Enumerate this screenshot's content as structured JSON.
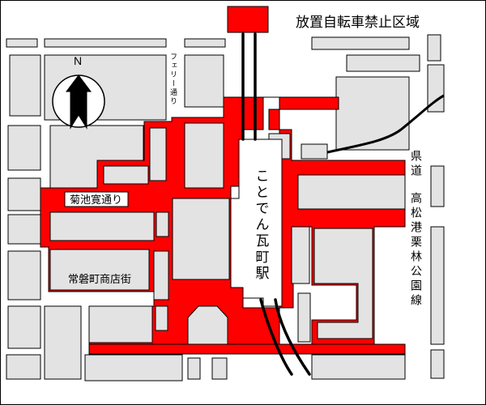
{
  "map": {
    "title": "放置自転車禁止区域",
    "north_label": "N",
    "labels": {
      "ferry_street": "フェリー通り",
      "kikuchi_street": "菊池寛通り",
      "tokiwa_shopping": "常磐町商店街",
      "station_name": "ことでん瓦町駅",
      "pref_road": "県道",
      "takamatsu_line": "高松港栗林公園線"
    },
    "colors": {
      "restricted": "#ff0000",
      "block": "#e3e3e3",
      "outline": "#000000",
      "background": "#ffffff"
    },
    "icons": {
      "north_arrow": "compass-north-arrow"
    }
  }
}
